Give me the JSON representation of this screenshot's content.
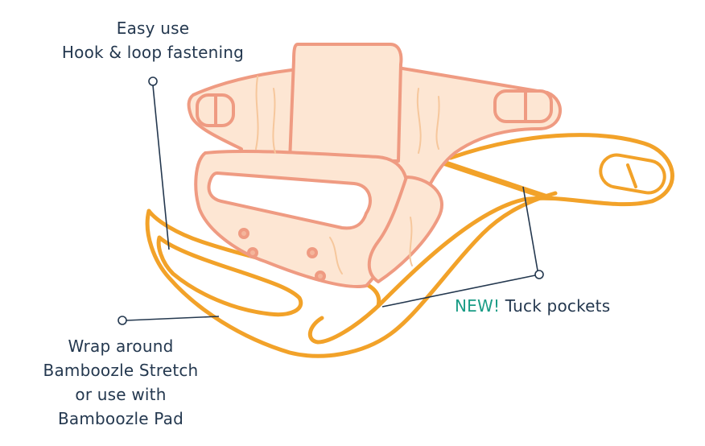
{
  "labels": {
    "fastening": {
      "line1": "Easy use",
      "line2": "Hook & loop fastening"
    },
    "wrap": {
      "line1": "Wrap around",
      "line2": "Bamboozle Stretch",
      "line3": "or use with",
      "line4": "Bamboozle Pad"
    },
    "pockets": {
      "badge": "NEW!",
      "text": "Tuck pockets"
    }
  },
  "colors": {
    "text": "#24384f",
    "accent": "#1a9c86",
    "wrap_outline": "#f2a229",
    "nappy_outline": "#ef9b82",
    "nappy_fill": "#fde6d3",
    "pointer": "#24384f"
  }
}
